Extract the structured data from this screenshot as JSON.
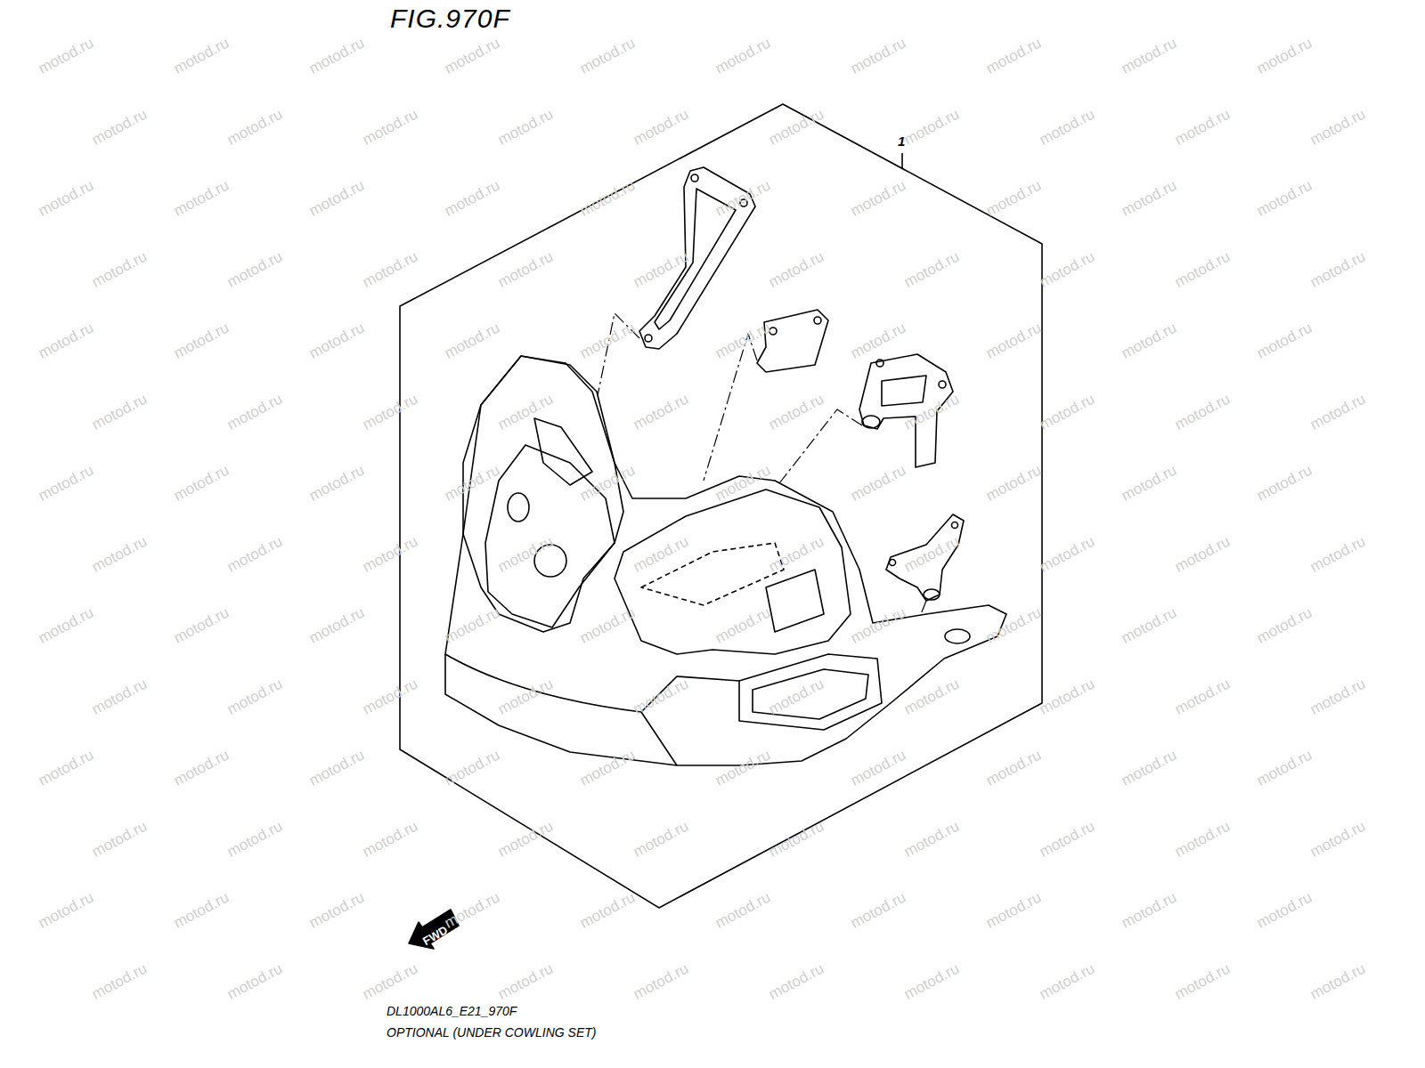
{
  "diagram": {
    "title": "FIG.970F",
    "labels": [
      "1",
      "FWD",
      "DL1000AL6_E21_970F",
      "OPTIONAL (UNDER COWLING SET)",
      "motod.ru",
      "motod.ru",
      "motod.ru",
      "motod.ru",
      "motod.ru",
      "motod.ru",
      "motod.ru",
      "motod.ru",
      "motod.ru",
      "motod.ru",
      "motod.ru",
      "motod.ru",
      "motod.ru",
      "motod.ru",
      "motod.ru",
      "motod.ru",
      "motod.ru",
      "motod.ru",
      "motod.ru",
      "motod.ru",
      "motod.ru",
      "motod.ru",
      "motod.ru",
      "motod.ru",
      "motod.ru",
      "motod.ru",
      "motod.ru",
      "motod.ru",
      "motod.ru",
      "motod.ru",
      "motod.ru",
      "motod.ru",
      "motod.ru",
      "motod.ru",
      "motod.ru",
      "motod.ru",
      "motod.ru",
      "motod.ru",
      "motod.ru",
      "motod.ru",
      "motod.ru",
      "motod.ru",
      "motod.ru",
      "motod.ru",
      "motod.ru",
      "motod.ru",
      "motod.ru",
      "motod.ru",
      "motod.ru",
      "motod.ru",
      "motod.ru",
      "motod.ru",
      "motod.ru",
      "motod.ru",
      "motod.ru",
      "motod.ru",
      "motod.ru",
      "motod.ru",
      "motod.ru",
      "motod.ru",
      "motod.ru",
      "motod.ru",
      "motod.ru",
      "motod.ru",
      "motod.ru",
      "motod.ru",
      "motod.ru",
      "motod.ru",
      "motod.ru",
      "motod.ru",
      "motod.ru",
      "motod.ru",
      "motod.ru",
      "motod.ru",
      "motod.ru",
      "motod.ru",
      "motod.ru",
      "motod.ru",
      "motod.ru",
      "motod.ru",
      "motod.ru",
      "motod.ru",
      "motod.ru",
      "motod.ru",
      "motod.ru",
      "motod.ru",
      "motod.ru",
      "motod.ru",
      "motod.ru",
      "motod.ru",
      "motod.ru",
      "motod.ru",
      "motod.ru",
      "motod.ru",
      "motod.ru",
      "motod.ru",
      "motod.ru",
      "motod.ru",
      "motod.ru",
      "motod.ru",
      "motod.ru",
      "motod.ru",
      "motod.ru",
      "motod.ru",
      "motod.ru",
      "motod.ru",
      "motod.ru",
      "motod.ru",
      "motod.ru",
      "motod.ru",
      "motod.ru",
      "motod.ru",
      "motod.ru",
      "motod.ru",
      "motod.ru",
      "motod.ru",
      "motod.ru",
      "motod.ru",
      "motod.ru",
      "motod.ru",
      "motod.ru",
      "motod.ru",
      "motod.ru",
      "motod.ru",
      "motod.ru",
      "motod.ru",
      "motod.ru",
      "motod.ru",
      "motod.ru",
      "motod.ru",
      "motod.ru",
      "motod.ru",
      "motod.ru",
      "motod.ru",
      "motod.ru",
      "motod.ru",
      "motod.ru",
      "motod.ru",
      "motod.ru",
      "motod.ru"
    ]
  }
}
